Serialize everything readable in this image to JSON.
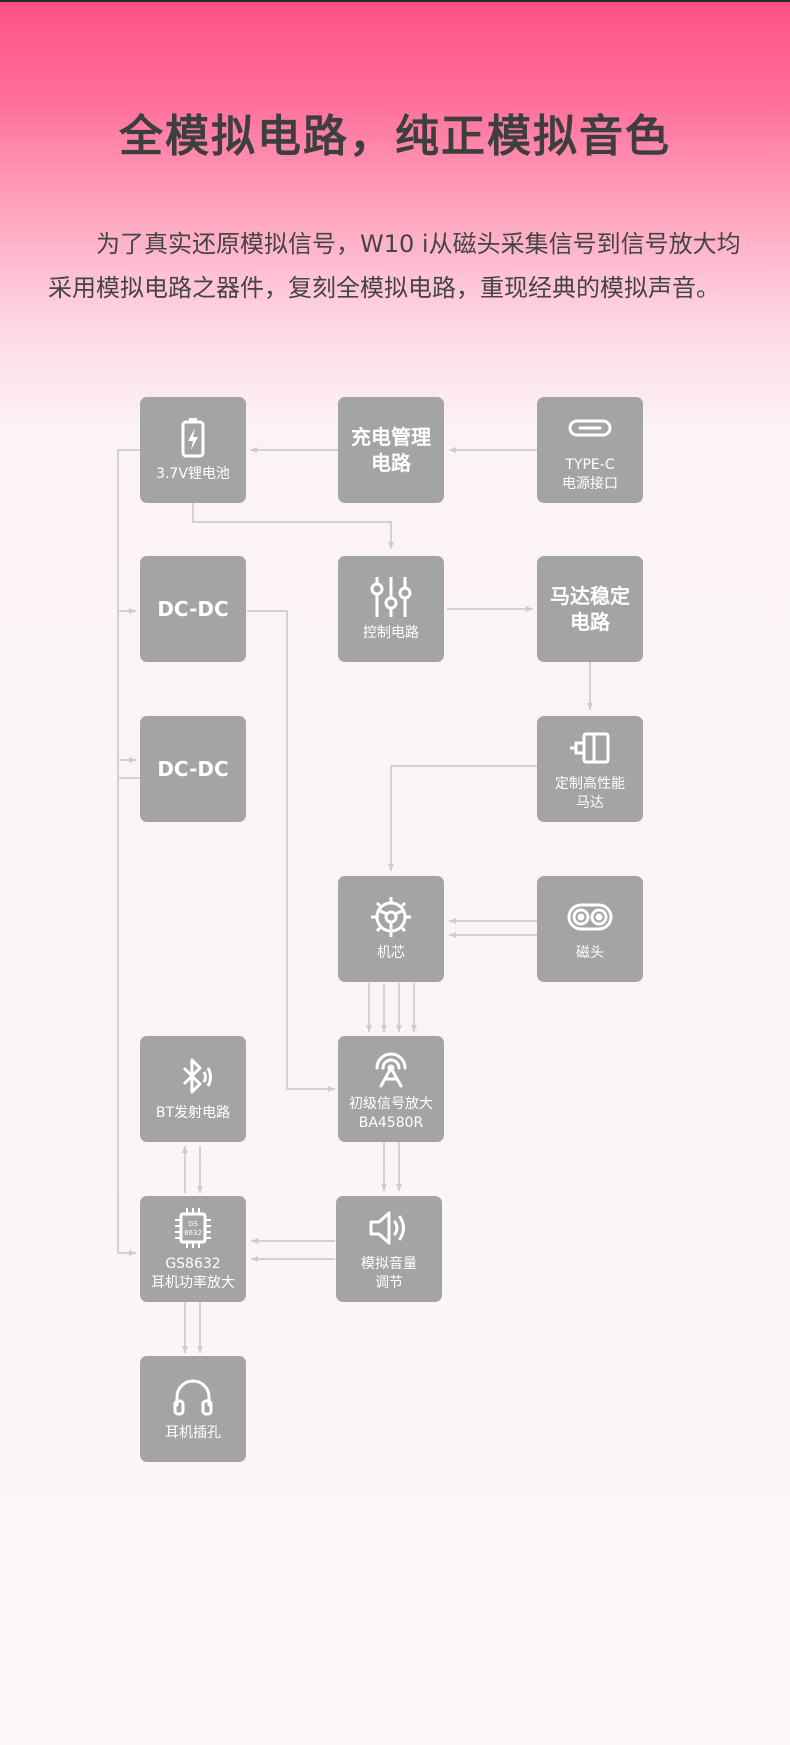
{
  "heading": "全模拟电路，纯正模拟音色",
  "intro": "为了真实还原模拟信号，W10 i从磁头采集信号到信号放大均采用模拟电路之器件，复刻全模拟电路，重现经典的模拟声音。",
  "nodes": {
    "battery": "3.7V锂电池",
    "charge": "充电管理\n电路",
    "typec": "TYPE-C\n电源接口",
    "dcdc1": "DC-DC",
    "control": "控制电路",
    "motor_stable": "马达稳定\n电路",
    "dcdc2": "DC-DC",
    "motor": "定制高性能\n马达",
    "core": "机芯",
    "head": "磁头",
    "bt": "BT发射电路",
    "preamp": "初级信号放大\nBA4580R",
    "amp": "GS8632\n耳机功率放大",
    "volume": "模拟音量\n调节",
    "jack": "耳机插孔"
  },
  "chip_label": "GS\n8632",
  "colors": {
    "node_bg": "#a4a4a4",
    "line": "#d2d2d2",
    "title": "#3e3e3e",
    "accent_top": "#ff4f86"
  }
}
